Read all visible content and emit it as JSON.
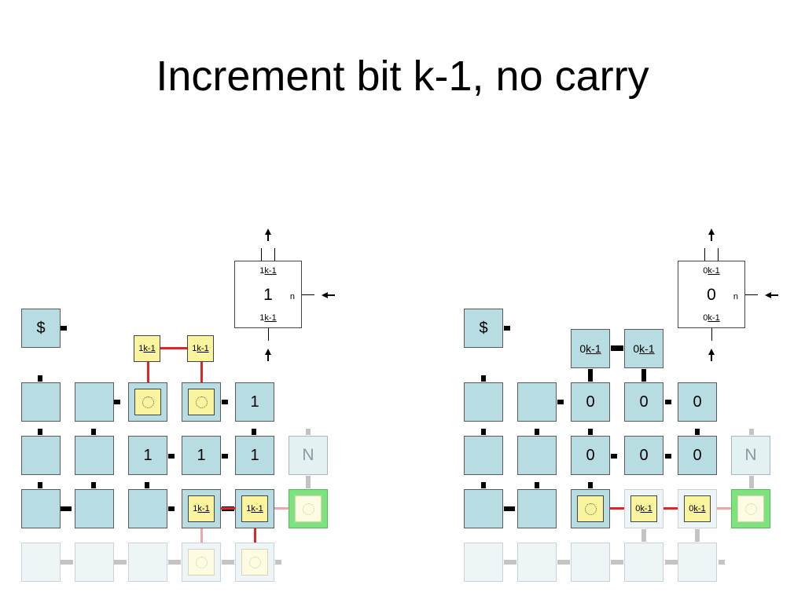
{
  "title": "Increment bit k-1, no carry",
  "left": {
    "dollar": "$",
    "legend": {
      "top_prefix": "1",
      "top_sub": "k-1",
      "big": "1",
      "bot_prefix": "1",
      "bot_sub": "k-1",
      "side": "n"
    },
    "sq_top_a": {
      "prefix": "1",
      "sub": "k-1"
    },
    "sq_top_b": {
      "prefix": "1",
      "sub": "k-1"
    },
    "row1_e": "1",
    "row2_c": "1",
    "row2_d": "1",
    "row2_e": "1",
    "ghost_n": "N",
    "sq_bot_d": {
      "prefix": "1",
      "sub": "k-1"
    },
    "sq_bot_e": {
      "prefix": "1",
      "sub": "k-1"
    }
  },
  "right": {
    "dollar": "$",
    "legend": {
      "top_prefix": "0",
      "top_sub": "k-1",
      "big": "0",
      "bot_prefix": "0",
      "bot_sub": "k-1",
      "side": "n"
    },
    "tile_top_a": {
      "prefix": "0",
      "sub": "k-1"
    },
    "tile_top_b": {
      "prefix": "0",
      "sub": "k-1"
    },
    "row1_c": "0",
    "row1_d": "0",
    "row1_e": "0",
    "row2_c": "0",
    "row2_d": "0",
    "row2_e": "0",
    "ghost_n": "N",
    "sq_bot_d": {
      "prefix": "0",
      "sub": "k-1"
    },
    "sq_bot_e": {
      "prefix": "0",
      "sub": "k-1"
    }
  }
}
